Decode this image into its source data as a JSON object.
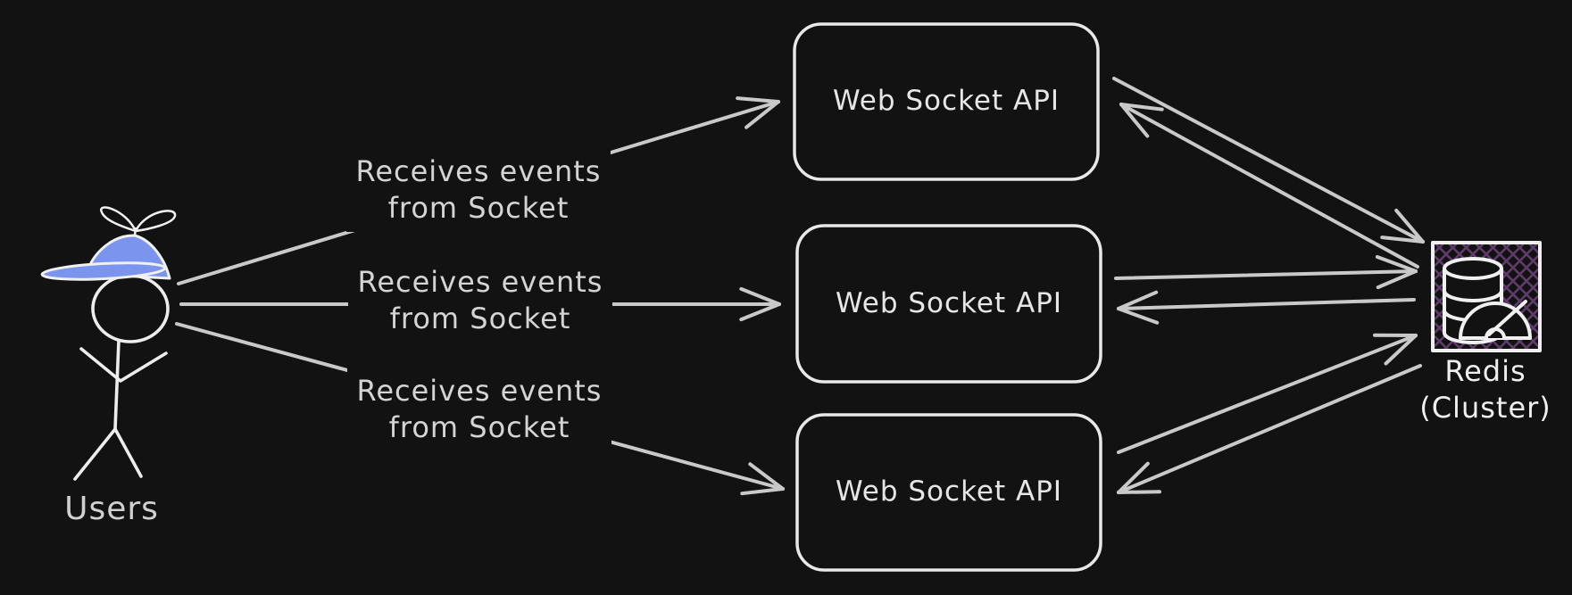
{
  "canvas": {
    "background_color": "#121212"
  },
  "palette": {
    "node_stroke": "#e8e8e8",
    "arrow_stroke": "#c9c9c9",
    "label_text": "#d4d4d4",
    "cap_fill": "#7b94ee",
    "crosshatch_purple": "#5f3a6b",
    "icon_stroke": "#f0f0f0"
  },
  "user": {
    "label": "Users",
    "icon": "stick-figure-with-propeller-cap-icon"
  },
  "edge_labels": [
    {
      "line1": "Receives events",
      "line2": "from Socket"
    },
    {
      "line1": "Receives events",
      "line2": "from Socket"
    },
    {
      "line1": "Receives events",
      "line2": "from Socket"
    }
  ],
  "websocket_nodes": [
    {
      "label": "Web Socket API"
    },
    {
      "label": "Web Socket API"
    },
    {
      "label": "Web Socket API"
    }
  ],
  "redis": {
    "name_line1": "Redis",
    "name_line2": "(Cluster)",
    "icons": [
      "database-cylinder-icon",
      "gauge-icon"
    ]
  }
}
